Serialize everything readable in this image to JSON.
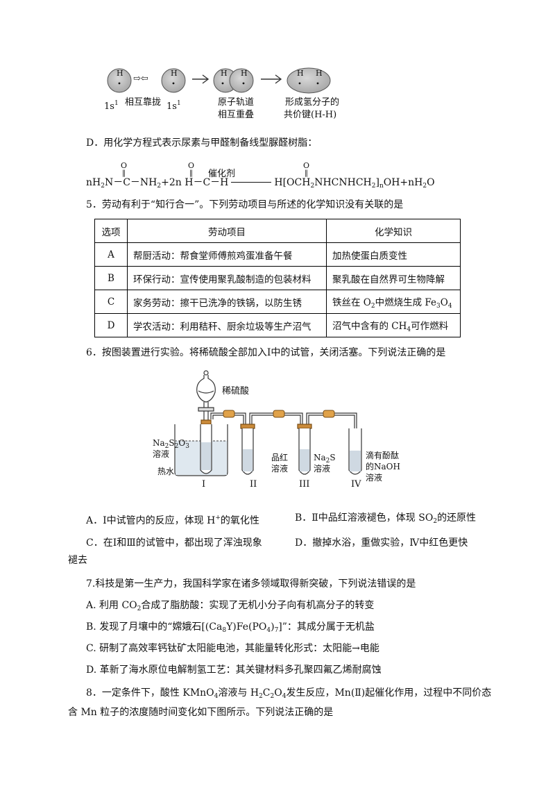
{
  "orbital_figure": {
    "h": "H",
    "arrows_left": "⇨⇦",
    "approach_label": "相互靠拢",
    "s1_left": "1s",
    "s1_right": "1s",
    "s1_sup": "1",
    "overlap_label_1": "原子轨道",
    "overlap_label_2": "相互重叠",
    "bond_label_1": "形成氢分子的",
    "bond_label_2": "共价键(H-H)"
  },
  "option_d_q4": {
    "text": "D．用化学方程式表示尿素与甲醛制备线型脲醛树脂：",
    "eq_o": "O",
    "eq_left": "nH",
    "eq_part2": "N－C－NH",
    "eq_part3": "+2n H－C－H",
    "eq_catalyst": "催化剂",
    "eq_right1": "H",
    "eq_right2": "OCH",
    "eq_right3": "NHCNHCH",
    "eq_right4": "OH+nH",
    "eq_right5": "O",
    "sub2": "2",
    "sub_n": "n"
  },
  "q5": {
    "stem": "5．劳动有利于“知行合一”。下列劳动项目与所述的化学知识没有关联的是",
    "headers": [
      "选项",
      "劳动项目",
      "化学知识"
    ],
    "rows": [
      {
        "opt": "A",
        "project": "帮厨活动：帮食堂师傅煎鸡蛋准备午餐",
        "knowledge": "加热使蛋白质变性"
      },
      {
        "opt": "B",
        "project": "环保行动：宣传使用聚乳酸制造的包装材料",
        "knowledge": "聚乳酸在自然界可生物降解"
      },
      {
        "opt": "C",
        "project": "家务劳动：擦干已洗净的铁锅，以防生锈",
        "knowledge_a": "铁丝在 O",
        "knowledge_b": "中燃烧生成 Fe",
        "knowledge_c": "O",
        "sub_2": "2",
        "sub_3": "3",
        "sub_4": "4"
      },
      {
        "opt": "D",
        "project": "学农活动：利用秸秆、厨余垃圾等生产沼气",
        "knowledge_a": "沼气中含有的 CH",
        "knowledge_b": "可作燃料",
        "sub_4": "4"
      }
    ]
  },
  "q6": {
    "stem": "6．按图装置进行实验。将稀硫酸全部加入Ⅰ中的试管，关闭活塞。下列说法正确的是",
    "apparatus": {
      "acid": "稀硫酸",
      "na2s2o3_a": "Na",
      "na2s2o3_b": "S",
      "na2s2o3_c": "O",
      "na2s2o3_sol": "溶液",
      "hot_water": "热水",
      "pinkred_1": "品红",
      "pinkred_2": "溶液",
      "na2s_a": "Na",
      "na2s_b": "S",
      "na2s_sol": "溶液",
      "naoh_1": "滴有酚酞",
      "naoh_2": "的NaOH",
      "naoh_3": "溶液",
      "labels": [
        "I",
        "II",
        "III",
        "IV"
      ]
    },
    "opt_a_1": "A．Ⅰ中试管内的反应，体现 H",
    "opt_a_2": "的氧化性",
    "opt_a_sup": "+",
    "opt_b_1": "B．Ⅱ中品红溶液褪色，体现 SO",
    "opt_b_2": "的还原性",
    "opt_c": "C．在Ⅰ和Ⅲ的试管中，都出现了浑浊现象",
    "opt_d_1": "D．撤掉水浴，重做实验，Ⅳ中红色更快",
    "opt_d_2": "褪去"
  },
  "q7": {
    "stem": "7.科技是第一生产力，我国科学家在诸多领域取得新突破，下列说法错误的是",
    "opt_a_1": "A. 利用 CO",
    "opt_a_2": "合成了脂肪酸：实现了无机小分子向有机高分子的转变",
    "opt_b_1": "B. 发现了月壤中的“嫦娥石[(Ca",
    "opt_b_2": "Y)Fe(PO",
    "opt_b_3": ")",
    "opt_b_4": "]”：其成分属于无机盐",
    "opt_b_sub8": "8",
    "opt_b_sub4": "4",
    "opt_b_sub7": "7",
    "opt_c": "C. 研制了高效率钙钛矿太阳能电池，其能量转化形式：太阳能→电能",
    "opt_d": "D. 革新了海水原位电解制氢工艺：其关键材料多孔聚四氟乙烯耐腐蚀"
  },
  "q8": {
    "line1_a": "8．一定条件下，酸性 KMnO",
    "line1_b": "溶液与 H",
    "line1_c": "C",
    "line1_d": "O",
    "line1_e": "发生反应，Mn(Ⅱ)起催化作用，过程中不同价态",
    "line2": "含 Mn 粒子的浓度随时间变化如下图所示。下列说法正确的是"
  }
}
